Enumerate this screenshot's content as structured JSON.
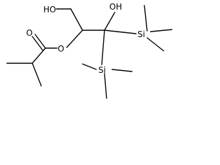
{
  "molecule": {
    "atoms": {
      "ho_top": "HO",
      "oh_top": "OH",
      "si_right": "Si",
      "si_bottom": "Si",
      "o_ester": "O",
      "o_carbonyl": "O"
    }
  }
}
